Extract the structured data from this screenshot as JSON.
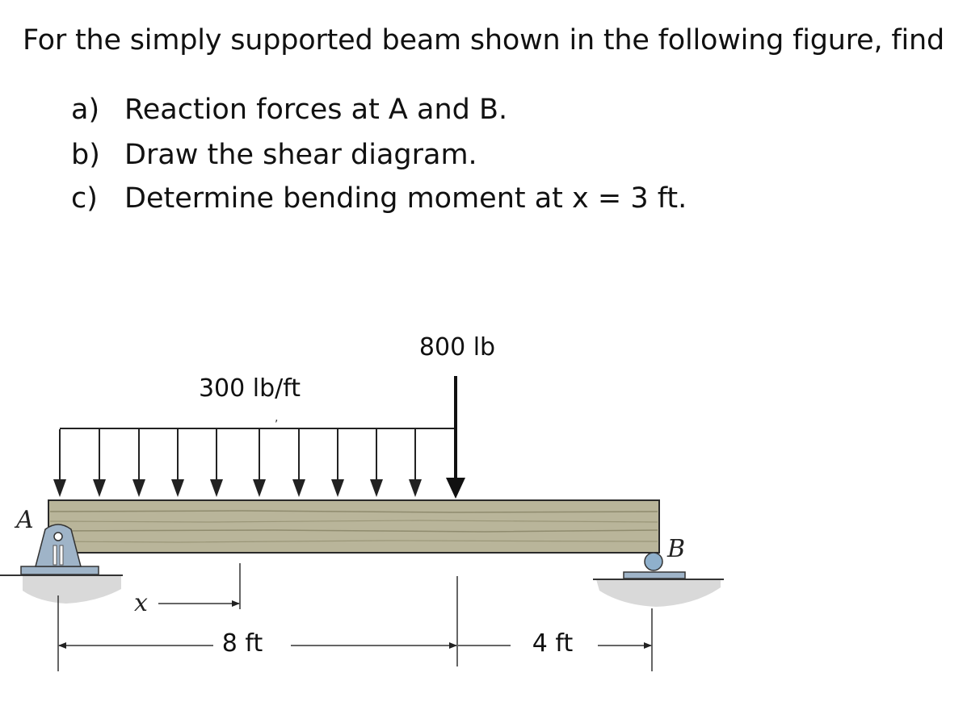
{
  "problem": {
    "intro": "For the simply supported beam shown in the following figure, find",
    "tasks": [
      {
        "marker": "a)",
        "text": "Reaction forces at A and B."
      },
      {
        "marker": "b)",
        "text": "Draw the shear diagram."
      },
      {
        "marker": "c)",
        "text": "Determine bending moment at x = 3 ft."
      }
    ]
  },
  "figure": {
    "point_load_label": "800 lb",
    "distributed_load_label": "300 lb/ft",
    "support_a_label": "A",
    "support_b_label": "B",
    "x_label": "x",
    "span_left_label": "8 ft",
    "span_right_label": "4 ft",
    "colors": {
      "beam": "#b9b59a",
      "beam_grain": "#8f8b6e",
      "support": "#9fb4c8",
      "ground": "#d9d9d9"
    }
  }
}
